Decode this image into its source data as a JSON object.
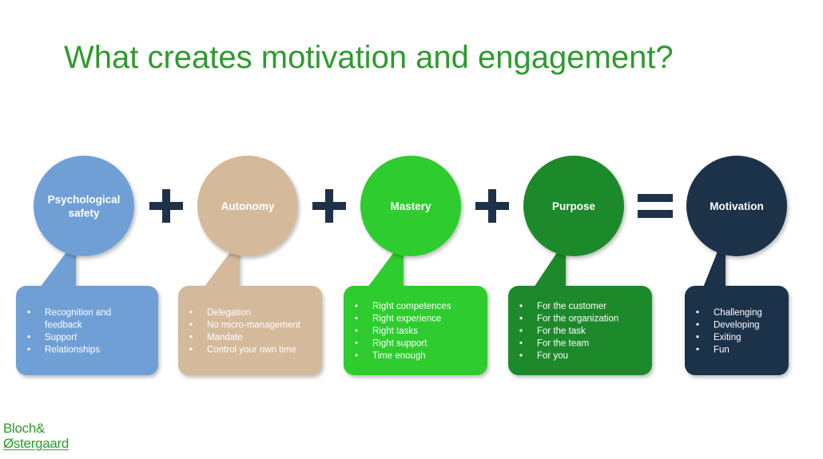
{
  "title": "What creates motivation and engagement?",
  "logo": {
    "line1": "Bloch&",
    "line2": "Østergaard"
  },
  "operators": [
    "+",
    "+",
    "+",
    "="
  ],
  "pillars": [
    {
      "label": [
        "Psychological",
        "safety"
      ],
      "color": "#6f9fd6",
      "bullets": [
        "Recognition and",
        "feedback",
        "Support",
        "Relationships"
      ],
      "bullet_marks": [
        true,
        false,
        true,
        true
      ]
    },
    {
      "label": [
        "Autonomy"
      ],
      "color": "#d4b99b",
      "bullets": [
        "Delegation",
        "No micro-management",
        "Mandate",
        "Control your own time"
      ],
      "bullet_marks": [
        true,
        true,
        true,
        true
      ]
    },
    {
      "label": [
        "Mastery"
      ],
      "color": "#2fcc2f",
      "bullets": [
        "Right competences",
        "Right experience",
        "Right tasks",
        "Right support",
        "Time enough"
      ],
      "bullet_marks": [
        true,
        true,
        true,
        true,
        true
      ]
    },
    {
      "label": [
        "Purpose"
      ],
      "color": "#1f8a2a",
      "bullets": [
        "For the customer",
        "For the organization",
        "For the task",
        "For the team",
        "For you"
      ],
      "bullet_marks": [
        true,
        true,
        true,
        true,
        true
      ]
    },
    {
      "label": [
        "Motivation"
      ],
      "color": "#1e3148",
      "bullets": [
        "Challenging",
        "Developing",
        "Exiting",
        "Fun"
      ],
      "bullet_marks": [
        true,
        true,
        true,
        true
      ]
    }
  ]
}
